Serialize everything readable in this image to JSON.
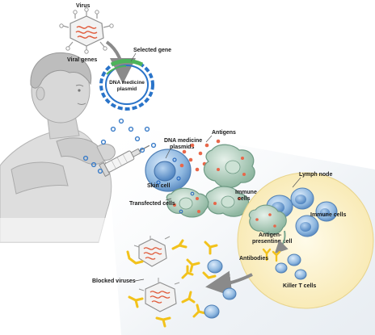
{
  "labels": {
    "virus": "Virus",
    "viral_genes": "Viral genes",
    "selected_gene": "Selected gene",
    "plasmid_line1": "DNA medicine",
    "plasmid_line2": "plasmid",
    "dna_plasmids_line1": "DNA medicine",
    "dna_plasmids_line2": "plasmids",
    "antigens": "Antigens",
    "skin_cell": "Skin cell",
    "transfected_cells": "Transfected cells",
    "immune_cells_1": "Immune",
    "immune_cells_2": "cells",
    "lymph_node": "Lymph node",
    "immune_cells_node": "Immune cells",
    "apc_line1": "Antigen-",
    "apc_line2": "presenting cell",
    "antibodies": "Antibodies",
    "killer_t_cells": "Killer T cells",
    "blocked_viruses": "Blocked viruses"
  },
  "colors": {
    "background": "#ffffff",
    "person": "#d9d9d9",
    "lymph_node": "#fbf0c8",
    "cell_blue": "#8fb8e0",
    "cell_green": "#a9c9b8",
    "antigen": "#e8674a",
    "antibody": "#f2c21b",
    "virus": "#e05a3a",
    "dna_blue": "#2a74c9",
    "dna_green": "#4db35a"
  },
  "icons": [
    "virus-icon",
    "dna-helix-icon",
    "syringe-icon",
    "antibody-icon",
    "cell-icon"
  ]
}
